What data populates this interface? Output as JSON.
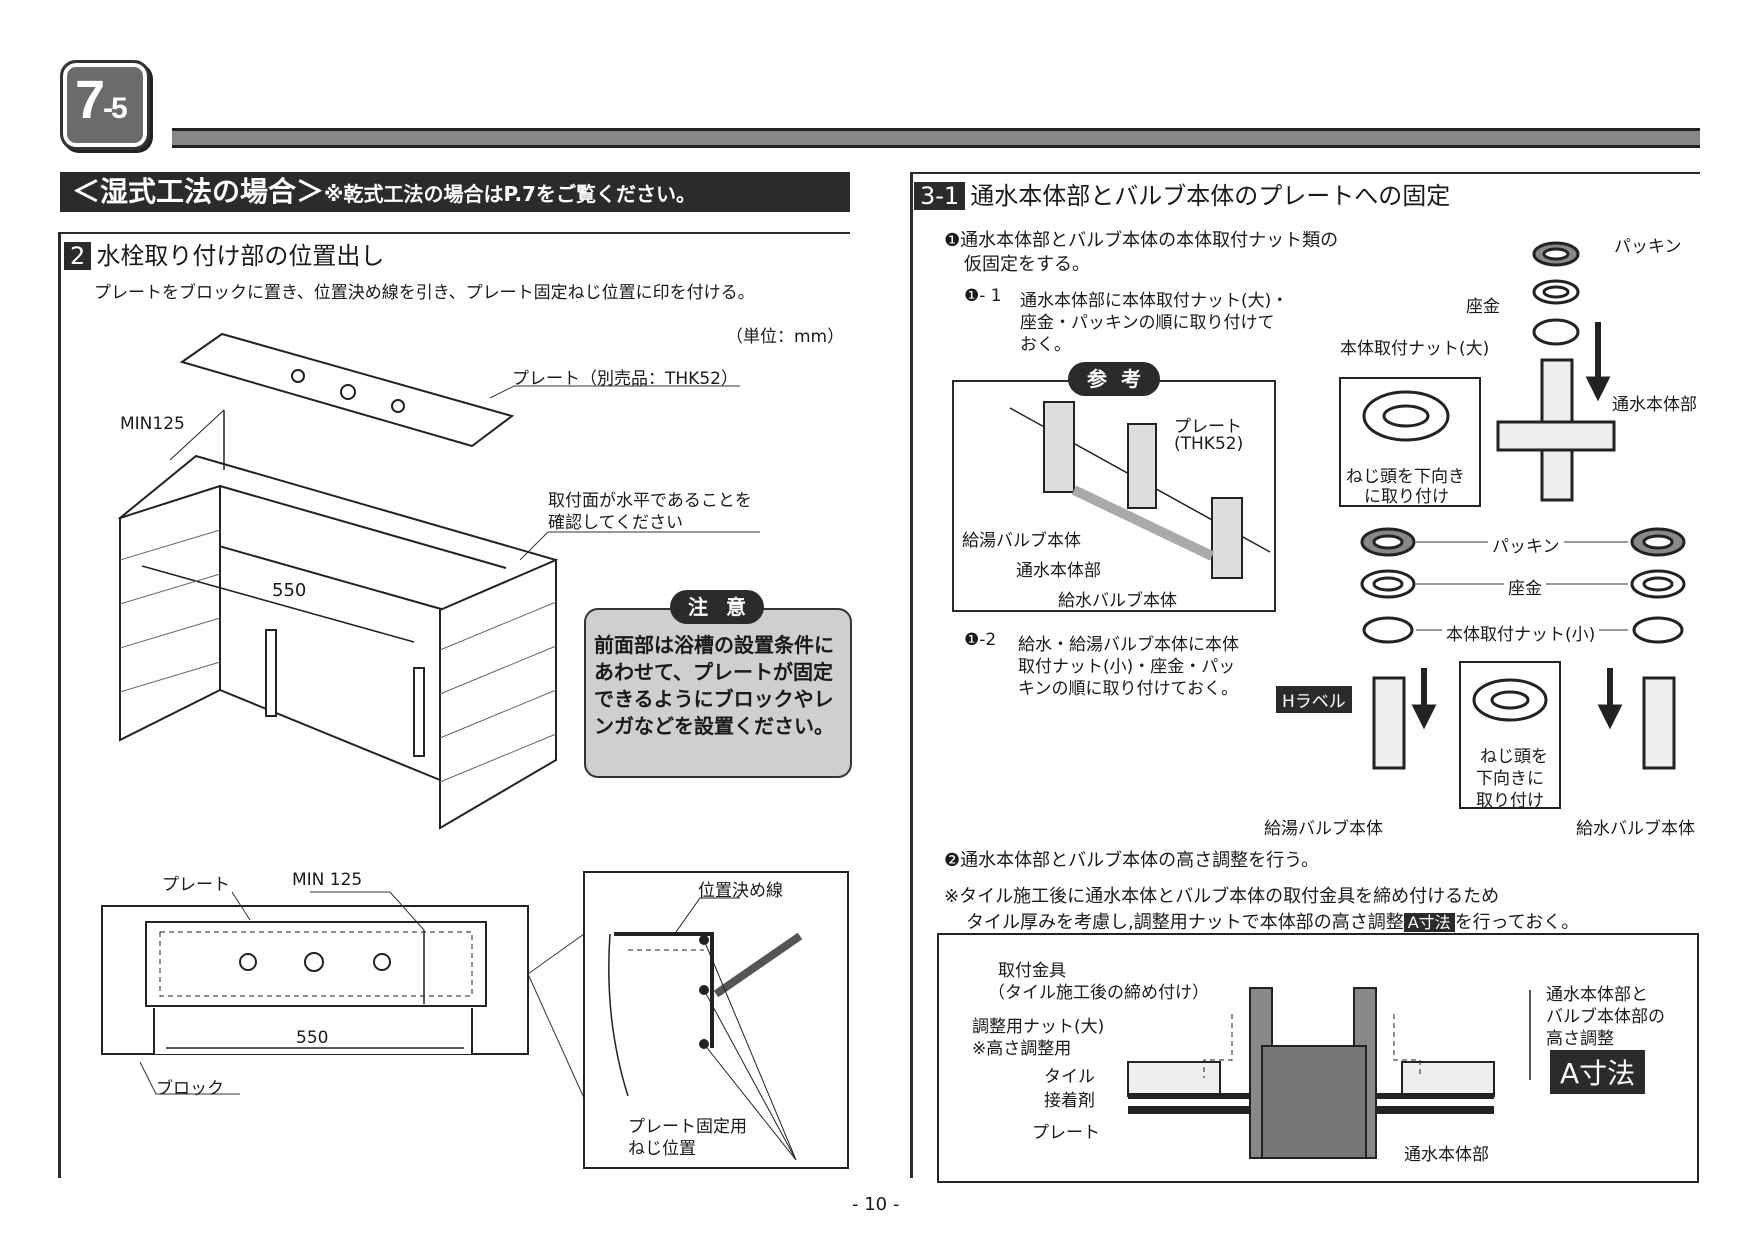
{
  "badge": {
    "main": "7",
    "sub": "-5"
  },
  "left": {
    "title": "＜湿式工法の場合＞",
    "title_note": "※乾式工法の場合はP.7をご覧ください。",
    "section": {
      "num": "2",
      "title": "水栓取り付け部の位置出し"
    },
    "instruction": "プレートをブロックに置き、位置決め線を引き、プレート固定ねじ位置に印を付ける。",
    "unit": "（単位：mm）",
    "fig1": {
      "plate_label": "プレート（別売品：THK52）",
      "min_label": "MIN125",
      "level_note_1": "取付面が水平であることを",
      "level_note_2": "確認してください",
      "width_label": "550"
    },
    "caution": {
      "tag": "注意",
      "text": "前面部は浴槽の設置条件にあわせて、プレートが固定できるようにブロックやレンガなどを設置ください。"
    },
    "fig2": {
      "plate_label": "プレート",
      "min_label": "MIN 125",
      "width_label": "550",
      "block_label": "ブロック",
      "position_line": "位置決め線",
      "screw_pos_1": "プレート固定用",
      "screw_pos_2": "ねじ位置"
    }
  },
  "right": {
    "section": {
      "num": "3-1",
      "title": "通水本体部とバルブ本体のプレートへの固定"
    },
    "step1": {
      "marker": "❶",
      "line1": "通水本体部とバルブ本体の本体取付ナット類の",
      "line2": "仮固定をする。",
      "sub1_marker": "❶- 1",
      "sub1_l1": "通水本体部に本体取付ナット(大)・",
      "sub1_l2": "座金・パッキンの順に取り付けて",
      "sub1_l3": "おく。",
      "sub2_marker": "❶-2",
      "sub2_l1": "給水・給湯バルブ本体に本体",
      "sub2_l2": "取付ナット(小)・座金・パッ",
      "sub2_l3": "キンの順に取り付けておく。"
    },
    "reference": {
      "tag": "参考",
      "plate": "プレート",
      "plate_model": "(THK52)",
      "hot_valve": "給湯バルブ本体",
      "water_body": "通水本体部",
      "cold_valve": "給水バルブ本体"
    },
    "exploded_top": {
      "packing": "パッキン",
      "washer": "座金",
      "nut_large": "本体取付ナット(大)",
      "body": "通水本体部",
      "screw_note_1": "ねじ頭を下向き",
      "screw_note_2": "に取り付け"
    },
    "exploded_bottom": {
      "packing": "パッキン",
      "washer": "座金",
      "nut_small": "本体取付ナット(小)",
      "h_label": "Hラベル",
      "screw_note_1": "ねじ頭を",
      "screw_note_2": "下向きに",
      "screw_note_3": "取り付け",
      "hot_valve": "給湯バルブ本体",
      "cold_valve": "給水バルブ本体"
    },
    "step2": {
      "marker": "❷",
      "text": "通水本体部とバルブ本体の高さ調整を行う。",
      "note1": "※タイル施工後に通水本体とバルブ本体の取付金具を締め付けるため",
      "note2_a": "タイル厚みを考慮し,調整用ナットで本体部の高さ調整",
      "note2_tag": "A寸法",
      "note2_b": "を行っておく。"
    },
    "section_fig": {
      "fitting": "取付金具",
      "fitting_note": "（タイル施工後の締め付け）",
      "adjust_nut": "調整用ナット(大)",
      "adjust_note": "※高さ調整用",
      "tile": "タイル",
      "adhesive": "接着剤",
      "plate": "プレート",
      "body": "通水本体部",
      "height_1": "通水本体部と",
      "height_2": "バルブ本体部の",
      "height_3": "高さ調整",
      "a_dim": "A寸法"
    }
  },
  "page_number": "- 10 -"
}
